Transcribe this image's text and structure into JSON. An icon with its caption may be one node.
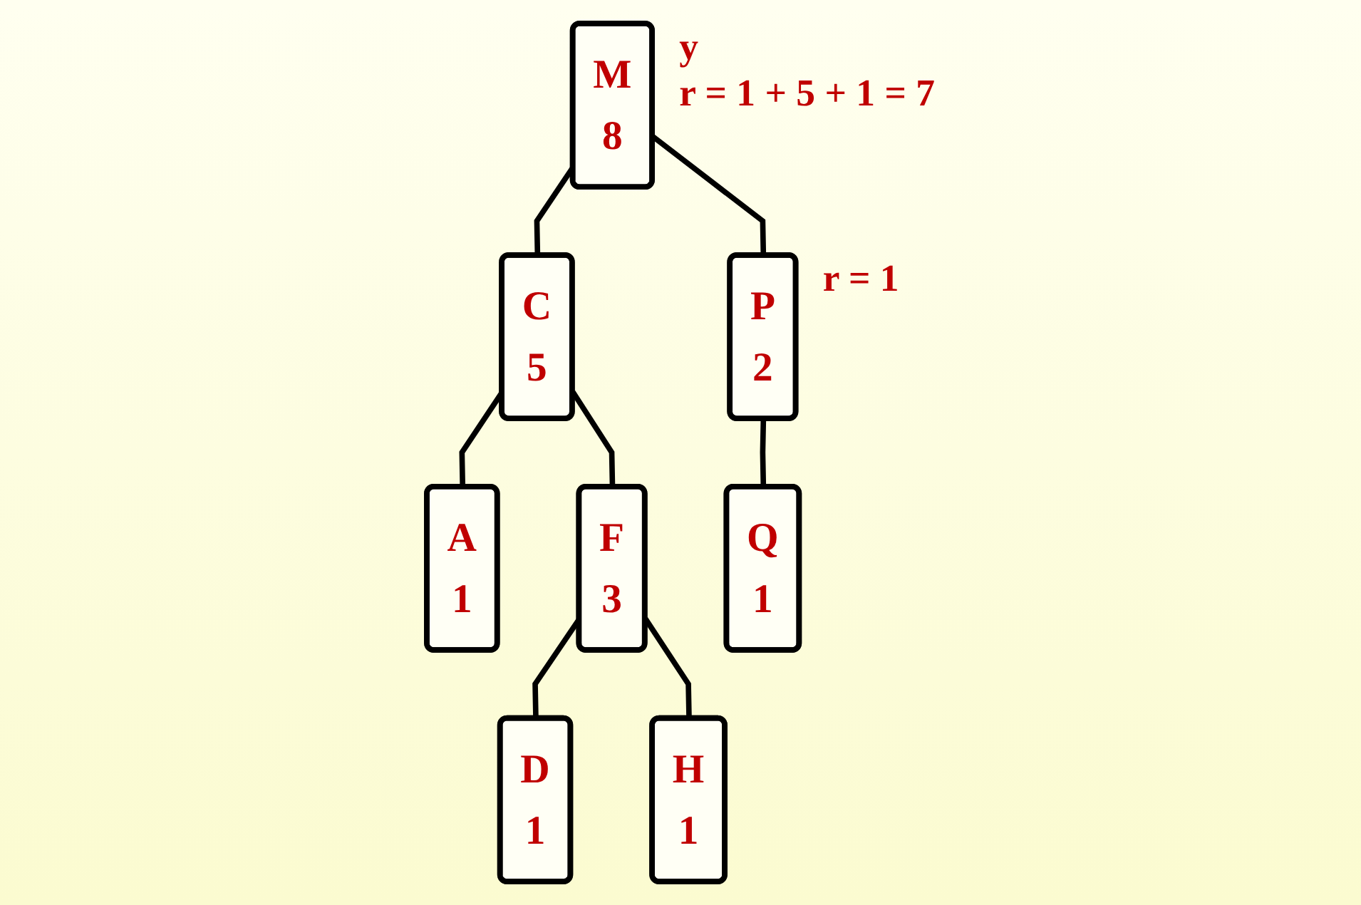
{
  "diagram": {
    "nodes": [
      {
        "text": [
          "M",
          "8"
        ],
        "beside": [
          "y",
          "r = 1 + 5 + 1 = 7"
        ]
      },
      {
        "text": [
          "C",
          "5"
        ]
      },
      {
        "text": [
          "P",
          "2"
        ],
        "beside": [
          "r = 1"
        ]
      },
      {
        "text": [
          "A",
          "1"
        ]
      },
      {
        "text": [
          "F",
          "3"
        ]
      },
      {
        "text": [
          "Q",
          "1"
        ]
      },
      {
        "text": [
          "D",
          "1"
        ]
      },
      {
        "text": [
          "H",
          "1"
        ]
      }
    ],
    "edges": [
      {
        "from": 0,
        "to": 1,
        "arrow": "none"
      },
      {
        "from": 0,
        "to": 2,
        "arrow": "none"
      },
      {
        "from": 1,
        "to": 3,
        "arrow": "none"
      },
      {
        "from": 1,
        "to": 4,
        "arrow": "none"
      },
      {
        "from": 2,
        "to": 5,
        "arrow": "none"
      },
      {
        "from": 4,
        "to": 6,
        "arrow": "none"
      },
      {
        "from": 4,
        "to": 7,
        "arrow": "none"
      }
    ]
  }
}
